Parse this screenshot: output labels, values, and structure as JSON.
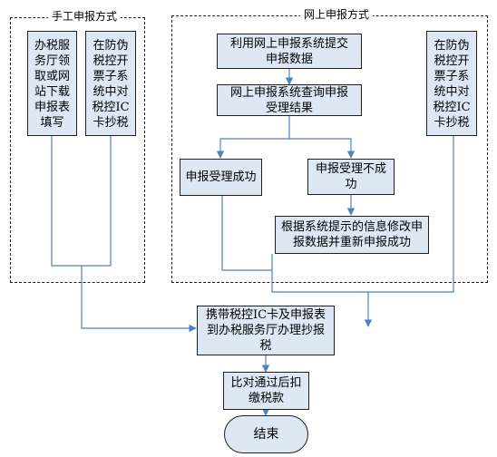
{
  "groups": {
    "manual": {
      "title": "手工申报方式"
    },
    "online": {
      "title": "网上申报方式"
    }
  },
  "nodes": {
    "manual_left": "办税服\n务厅领\n取或网\n站下载\n申报表\n填写",
    "manual_right": "在防伪\n税控开\n票子系\n统中对\n税控IC\n卡抄税",
    "online_submit": "利用网上申报系统提交\n申报数据",
    "online_query": "网上申报系统查询申报\n受理结果",
    "accept_success": "申报受理成功",
    "accept_fail": "申报受理不成\n功",
    "modify_resubmit": "根据系统提示的信息修改申\n报数据并重新申报成功",
    "online_right": "在防伪\n税控开\n票子系\n统中对\n税控IC\n卡抄税",
    "bring_card": "携带税控IC卡及申报表\n到办税服务厅办理抄报\n税",
    "deduct": "比对通过后扣\n缴税款",
    "end": "结束"
  },
  "colors": {
    "node_fill": "#dde8f4",
    "node_border": "#1f1f1f",
    "connector": "#4f81bd",
    "group_border": "#1a1a1a"
  }
}
